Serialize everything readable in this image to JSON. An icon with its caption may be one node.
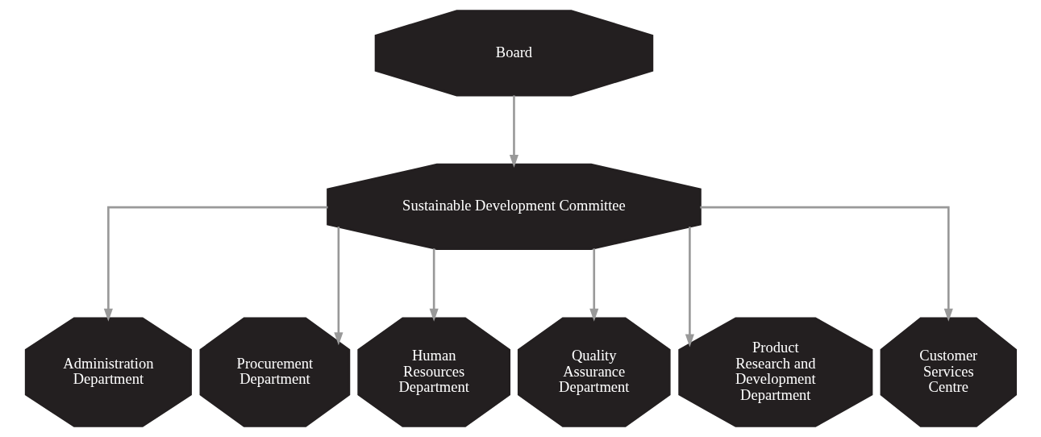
{
  "diagram": {
    "nodes": [
      {
        "text": [
          "Board"
        ]
      },
      {
        "text": [
          "Sustainable Development Committee"
        ]
      },
      {
        "text": [
          "Administration Department"
        ]
      },
      {
        "text": [
          "Procurement Department"
        ]
      },
      {
        "text": [
          "Human Resources Department"
        ]
      },
      {
        "text": [
          "Quality Assurance Department"
        ]
      },
      {
        "text": [
          "Product Research and Development Department"
        ]
      },
      {
        "text": [
          "Customer Services Centre"
        ]
      }
    ],
    "edges": [
      {
        "from": 0,
        "to": 1,
        "arrow": "to"
      },
      {
        "from": 1,
        "to": 2,
        "arrow": "to"
      },
      {
        "from": 1,
        "to": 3,
        "arrow": "to"
      },
      {
        "from": 1,
        "to": 4,
        "arrow": "to"
      },
      {
        "from": 1,
        "to": 5,
        "arrow": "to"
      },
      {
        "from": 1,
        "to": 6,
        "arrow": "to"
      },
      {
        "from": 1,
        "to": 7,
        "arrow": "to"
      }
    ]
  }
}
